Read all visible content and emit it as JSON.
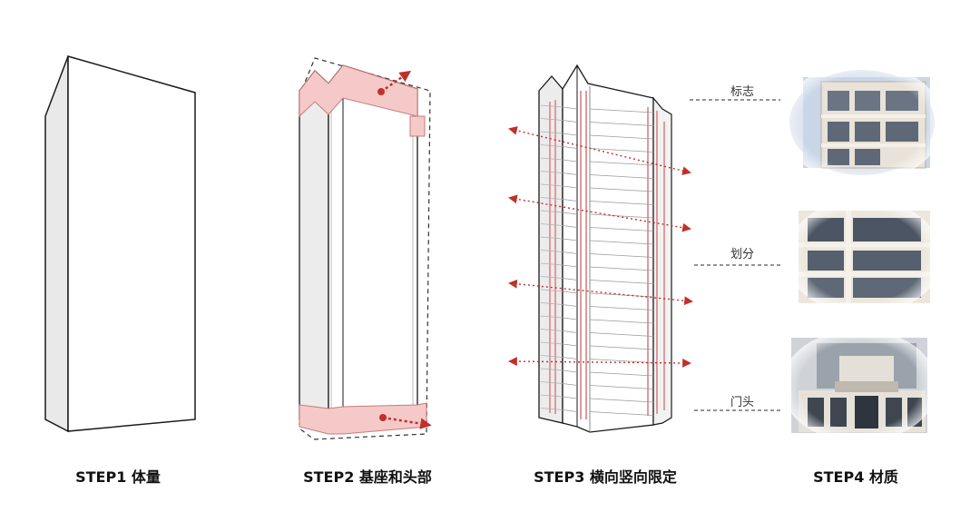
{
  "steps": [
    {
      "label": "STEP1  体量"
    },
    {
      "label": "STEP2  基座和头部"
    },
    {
      "label": "STEP3  横向竖向限定"
    },
    {
      "label": "STEP4  材质"
    }
  ],
  "materials": [
    {
      "label": "标志"
    },
    {
      "label": "划分"
    },
    {
      "label": "门头"
    }
  ],
  "colors": {
    "outline": "#1a1a1a",
    "face_front": "#ffffff",
    "face_side": "#eeeeee",
    "highlight_fill": "#f6c9c9",
    "arrow_red": "#c0302a",
    "dash_gray": "#555555"
  }
}
